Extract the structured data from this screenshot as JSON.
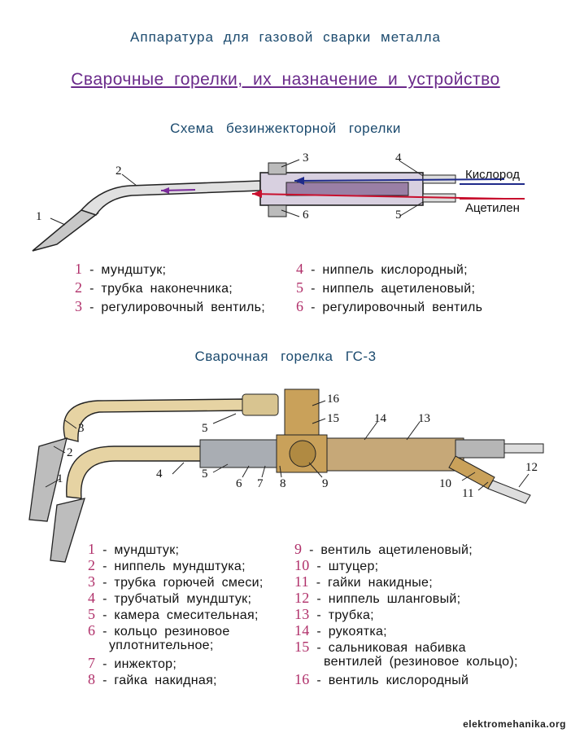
{
  "title": "Аппаратура для газовой сварки металла",
  "subtitle": "Сварочные горелки, их назначение и устройство",
  "section1": {
    "heading": "Схема безинжекторной горелки",
    "gas_oxygen": "Кислород",
    "gas_acetylene": "Ацетилен",
    "callouts": [
      "1",
      "2",
      "3",
      "4",
      "5",
      "6"
    ],
    "legend": [
      {
        "num": "1",
        "text": "- мундштук;"
      },
      {
        "num": "2",
        "text": "- трубка наконечника;"
      },
      {
        "num": "3",
        "text": "- регулировочный вентиль;"
      },
      {
        "num": "4",
        "text": "- ниппель кислородный;"
      },
      {
        "num": "5",
        "text": "- ниппель ацетиленовый;"
      },
      {
        "num": "6",
        "text": "- регулировочный вентиль"
      }
    ],
    "colors": {
      "oxygen": "#1f2a8a",
      "acetylene": "#c8102e",
      "mix": "#7a2a9a"
    }
  },
  "section2": {
    "heading": "Сварочная горелка ГС-3",
    "callouts": [
      "1",
      "2",
      "3",
      "4",
      "5",
      "5",
      "6",
      "7",
      "8",
      "9",
      "10",
      "11",
      "12",
      "13",
      "14",
      "15",
      "16"
    ],
    "legend_left": [
      {
        "num": "1",
        "text": "- мундштук;"
      },
      {
        "num": "2",
        "text": "- ниппель мундштука;"
      },
      {
        "num": "3",
        "text": "- трубка горючей смеси;"
      },
      {
        "num": "4",
        "text": "- трубчатый мундштук;"
      },
      {
        "num": "5",
        "text": "- камера смесительная;"
      },
      {
        "num": "6",
        "text": "- кольцо резиновое"
      },
      {
        "num": "",
        "text": "уплотнительное;"
      },
      {
        "num": "7",
        "text": "- инжектор;"
      },
      {
        "num": "8",
        "text": "- гайка накидная;"
      }
    ],
    "legend_right": [
      {
        "num": "9",
        "text": "- вентиль ацетиленовый;"
      },
      {
        "num": "10",
        "text": "- штуцер;"
      },
      {
        "num": "11",
        "text": "- гайки накидные;"
      },
      {
        "num": "12",
        "text": "- ниппель шланговый;"
      },
      {
        "num": "13",
        "text": "- трубка;"
      },
      {
        "num": "14",
        "text": "- рукоятка;"
      },
      {
        "num": "15",
        "text": "- сальниковая набивка"
      },
      {
        "num": "",
        "text": "вентилей (резиновое кольцо);"
      },
      {
        "num": "16",
        "text": "- вентиль кислородный"
      }
    ],
    "colors": {
      "tube": "#e6d3a3",
      "brass": "#c9a15a",
      "handle": "#c6a878",
      "metal": "#8a8f95"
    }
  },
  "footer": "elektromehanika.org"
}
